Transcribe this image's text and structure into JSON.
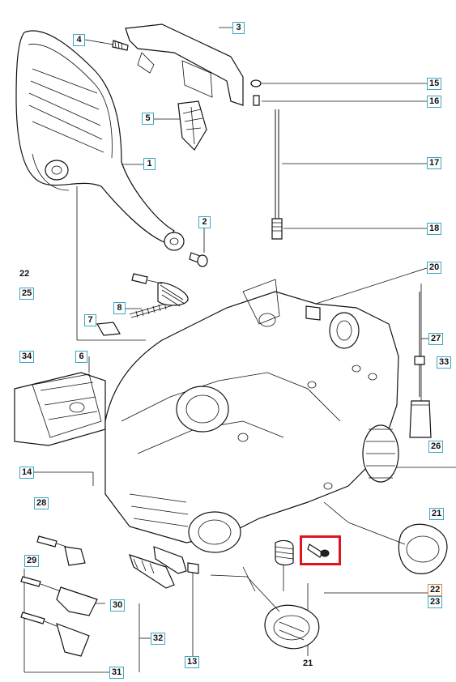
{
  "callouts": {
    "c1": "1",
    "c2": "2",
    "c3": "3",
    "c4": "4",
    "c5": "5",
    "c6": "6",
    "c7": "7",
    "c8": "8",
    "c13": "13",
    "c14": "14",
    "c15": "15",
    "c16": "16",
    "c17": "17",
    "c18": "18",
    "c20": "20",
    "c21": "21",
    "c22": "22",
    "c23": "23",
    "c25": "25",
    "c26": "26",
    "c27": "27",
    "c28": "28",
    "c29": "29",
    "c30": "30",
    "c31": "31",
    "c32": "32",
    "c33": "33",
    "c34": "34"
  },
  "plain_labels": {
    "p22": "22",
    "p21": "21"
  },
  "highlight_color": "#e0141c",
  "callout_border_color": "#3aa7c4"
}
